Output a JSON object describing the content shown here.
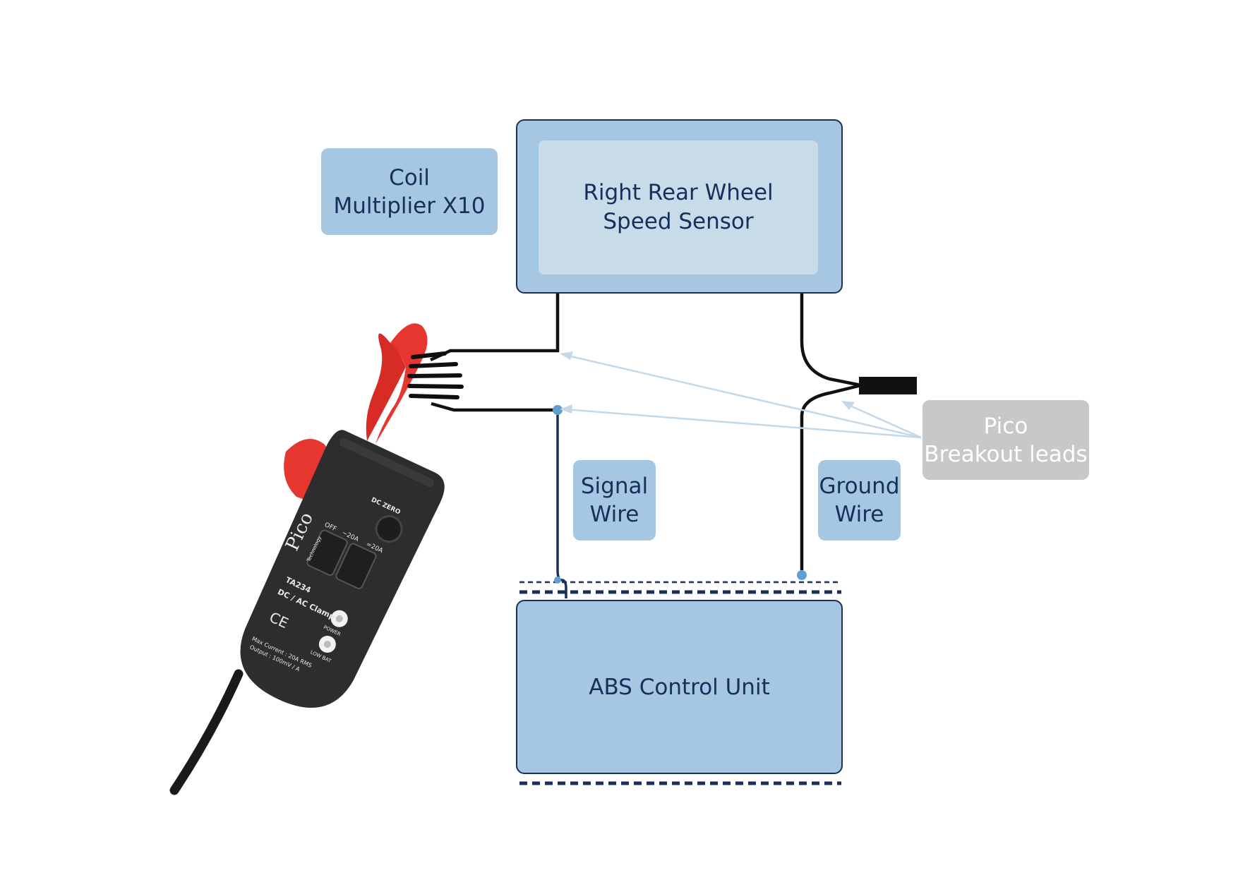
{
  "coil_multiplier": {
    "line1": "Coil",
    "line2": "Multiplier X10"
  },
  "sensor": {
    "line1": "Right Rear Wheel",
    "line2": "Speed Sensor"
  },
  "abs_unit": {
    "label": "ABS Control Unit"
  },
  "signal_wire": {
    "line1": "Signal",
    "line2": "Wire"
  },
  "ground_wire": {
    "line1": "Ground",
    "line2": "Wire"
  },
  "breakout_leads": {
    "line1": "Pico",
    "line2": "Breakout leads"
  },
  "clamp": {
    "brand": "Pico",
    "sub_brand": "Technology",
    "model": "TA234",
    "type": "DC / AC Clamp",
    "dc_zero": "DC ZERO",
    "range_off": "OFF",
    "range_20a_ac": "~20A",
    "range_20a_dc": "=20A",
    "power": "POWER",
    "low_bat": "LOW BAT",
    "ce_mark": "CE",
    "spec_line1": "Max Current : 20A RMS",
    "spec_line2": "Output : 100mV / A"
  },
  "colors": {
    "box_fill": "#a5c7e1",
    "panel_fill": "#c7dbe8",
    "grey_box": "#c7c8ca",
    "text_navy": "#16305c",
    "outline_navy": "#1b2f57",
    "wire_black": "#111111",
    "pointer_light_blue": "#c5d8e8",
    "clamp_red": "#e5372f",
    "clamp_body": "#2d2d2f"
  }
}
